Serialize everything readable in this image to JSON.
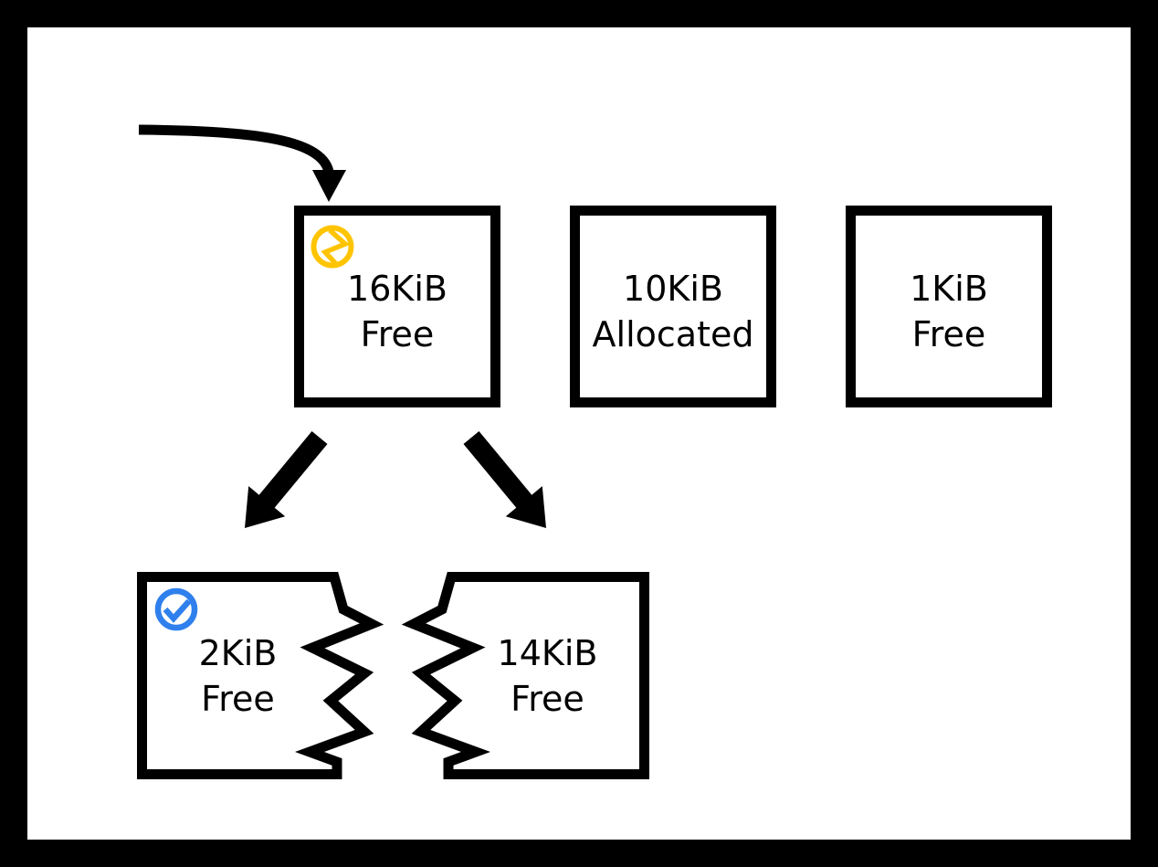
{
  "diagram": {
    "description": "Memory allocator free-list diagram showing a 16KiB free block being split into 2KiB and 14KiB free blocks",
    "colors": {
      "frame_border": "#000000",
      "background": "#FFFFFF",
      "box_border": "#000000",
      "text": "#000000",
      "split_icon_yellow": "#FFC400",
      "check_icon_blue": "#2F80ED"
    },
    "blocks": {
      "b16": {
        "size": "16KiB",
        "status": "Free",
        "icon": "split-crack-icon"
      },
      "b10": {
        "size": "10KiB",
        "status": "Allocated"
      },
      "b1": {
        "size": "1KiB",
        "status": "Free"
      },
      "b2": {
        "size": "2KiB",
        "status": "Free",
        "icon": "check-circle-icon",
        "torn_edge": "right"
      },
      "b14": {
        "size": "14KiB",
        "status": "Free",
        "torn_edge": "left"
      }
    },
    "arrows": {
      "incoming": "curved arrow pointing to 16KiB Free block",
      "split_left": "thick arrow from 16KiB block to 2KiB block",
      "split_right": "thick arrow from 16KiB block to 14KiB block"
    }
  }
}
